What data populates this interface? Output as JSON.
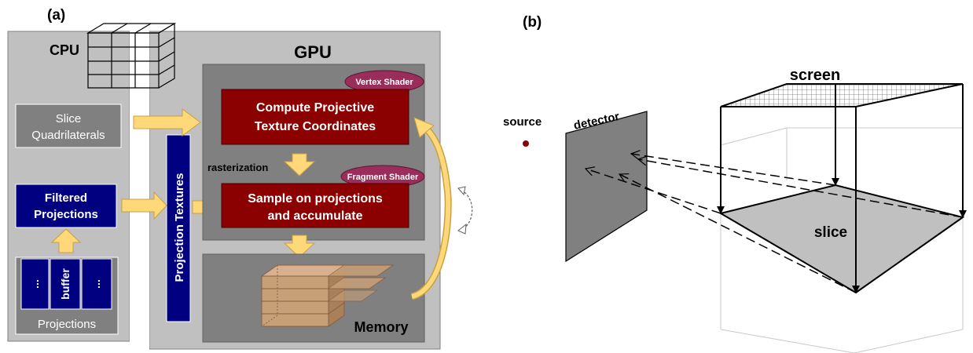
{
  "panel_a": {
    "label": "(a)",
    "cpu_title": "CPU",
    "gpu_title": "GPU",
    "slice_quads": [
      "Slice",
      "Quadrilaterals"
    ],
    "filtered_projections": [
      "Filtered",
      "Projections"
    ],
    "buffer_label": "buffer",
    "buffer_dots": "...",
    "projections_label": "Projections",
    "projection_textures": "Projection Textures",
    "vertex_shader": "Vertex Shader",
    "fragment_shader": "Fragment Shader",
    "compute_box": [
      "Compute Projective",
      "Texture Coordinates"
    ],
    "sample_box": [
      "Sample on projections",
      "and accumulate"
    ],
    "rasterization": "rasterization",
    "memory": "Memory"
  },
  "panel_b": {
    "label": "(b)",
    "source": "source",
    "detector": "detector",
    "screen": "screen",
    "slice": "slice"
  },
  "colors": {
    "panel_gray": "#c0c0c0",
    "inner_gray": "#808080",
    "dark_red": "#8b0000",
    "navy": "#000080",
    "shader_ellipse": "#9b2d5a",
    "arrow_fill": "#ffd87a",
    "arrow_stroke": "#c8a040",
    "volume_fill": "#c8a078"
  }
}
